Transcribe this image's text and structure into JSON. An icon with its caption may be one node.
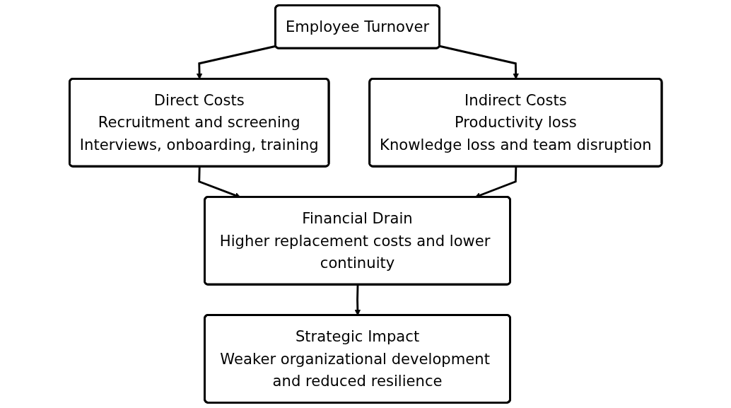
{
  "diagram": {
    "nodes": [
      {
        "text": [
          "Employee Turnover"
        ]
      },
      {
        "text": [
          "Direct Costs",
          "Recruitment and screening",
          "Interviews, onboarding, training"
        ]
      },
      {
        "text": [
          "Indirect Costs",
          "Productivity loss",
          "Knowledge loss and team disruption"
        ]
      },
      {
        "text": [
          "Financial Drain",
          "Higher replacement costs and lower continuity"
        ]
      },
      {
        "text": [
          "Strategic Impact",
          "Weaker organizational development and reduced resilience"
        ]
      }
    ],
    "edges": [
      {
        "from": 0,
        "to": 1,
        "arrow": "to"
      },
      {
        "from": 0,
        "to": 2,
        "arrow": "to"
      },
      {
        "from": 1,
        "to": 3,
        "arrow": "to"
      },
      {
        "from": 2,
        "to": 3,
        "arrow": "to"
      },
      {
        "from": 3,
        "to": 4,
        "arrow": "to"
      }
    ]
  }
}
